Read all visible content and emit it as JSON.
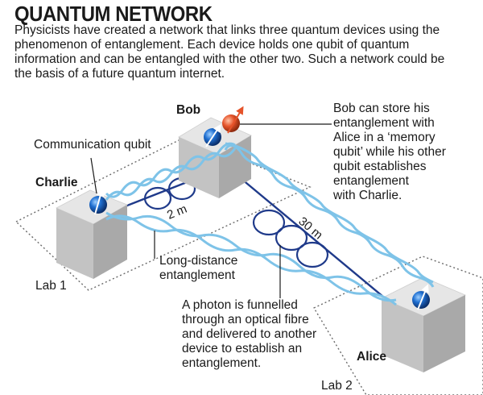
{
  "header": {
    "title": "QUANTUM NETWORK",
    "intro": "Physicists have created a network that links three quantum devices using the phenomenon of entanglement. Each device holds one qubit of quantum information and can be entangled with the other two. Such a network could be the basis of a future quantum internet."
  },
  "nodes": {
    "bob": "Bob",
    "charlie": "Charlie",
    "alice": "Alice"
  },
  "labs": {
    "lab1": "Lab 1",
    "lab2": "Lab 2"
  },
  "distances": {
    "short": "2 m",
    "long": "30 m"
  },
  "annotations": {
    "communication_qubit": "Communication qubit",
    "bob_memory": [
      "Bob can store his",
      "entanglement with",
      "Alice in a ‘memory",
      "qubit’ while his other",
      "qubit establishes",
      "entanglement",
      "with Charlie."
    ],
    "long_distance": [
      "Long-distance",
      "entanglement"
    ],
    "photon": [
      "A photon is funnelled",
      "through an optical fibre",
      "and delivered to another",
      "device to establish an",
      "entanglement."
    ]
  },
  "colors": {
    "fibre": "#1f3a8a",
    "entanglement_strand": "#7ec3e8",
    "qubit": "#1565c0",
    "memory_qubit": "#e5532a",
    "box_top": "#e6e6e6",
    "box_left": "#c3c3c3",
    "box_right": "#a9a9a9"
  },
  "icons": {
    "qubit": "blue-sphere-with-spin-arrow",
    "memory_qubit": "orange-sphere-with-spin-arrow"
  }
}
